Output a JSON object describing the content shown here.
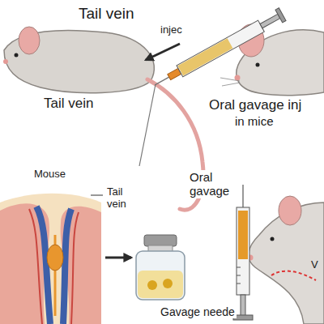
{
  "diagram": {
    "labels": [
      "Tail vein",
      "injec",
      "Tail vein",
      "Oral gavage inj",
      "in mice",
      "Mouse",
      "Tail vein",
      "Oral gavage",
      "Gavage neede",
      "V"
    ]
  }
}
